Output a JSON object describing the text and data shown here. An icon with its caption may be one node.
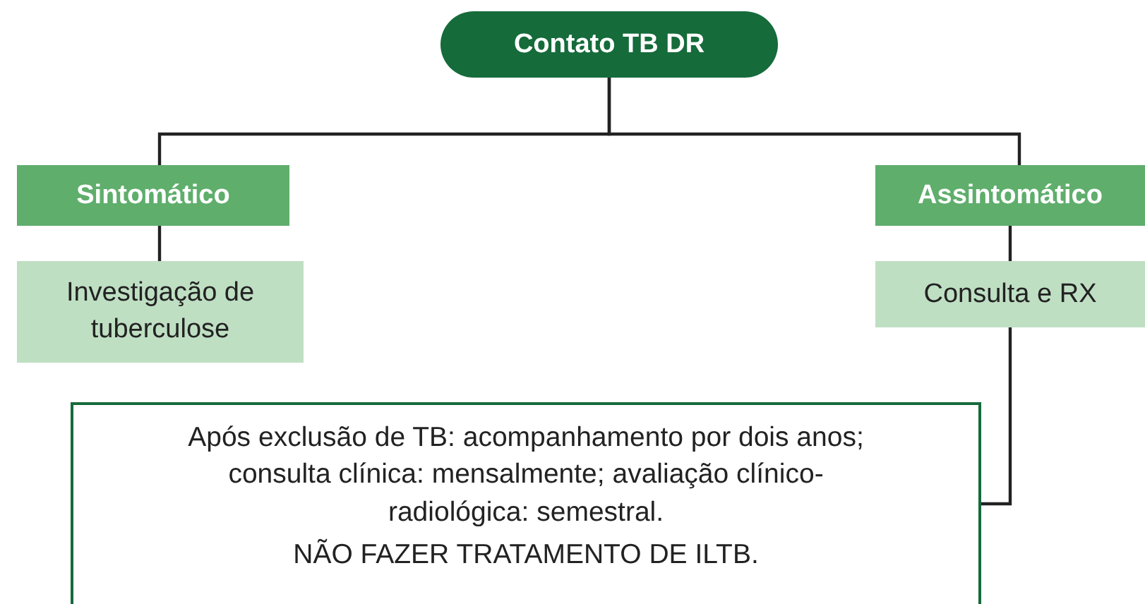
{
  "diagram": {
    "nodes": [
      {
        "text": [
          "Contato TB DR"
        ]
      },
      {
        "text": [
          "Sintomático"
        ]
      },
      {
        "text": [
          "Assintomático"
        ]
      },
      {
        "text": [
          "Investigação de tuberculose"
        ]
      },
      {
        "text": [
          "Consulta e RX"
        ]
      },
      {
        "text": [
          "Após exclusão de TB: acompanhamento por dois anos; consulta clínica: mensalmente; avaliação clínico-radiológica: semestral.",
          "NÃO FAZER TRATAMENTO DE ILTB."
        ]
      }
    ],
    "edges": [
      {
        "from": 0,
        "to": 1,
        "arrow": "none"
      },
      {
        "from": 0,
        "to": 2,
        "arrow": "none"
      },
      {
        "from": 1,
        "to": 3,
        "arrow": "none"
      },
      {
        "from": 2,
        "to": 4,
        "arrow": "none"
      },
      {
        "from": 4,
        "to": 5,
        "arrow": "none"
      }
    ]
  }
}
